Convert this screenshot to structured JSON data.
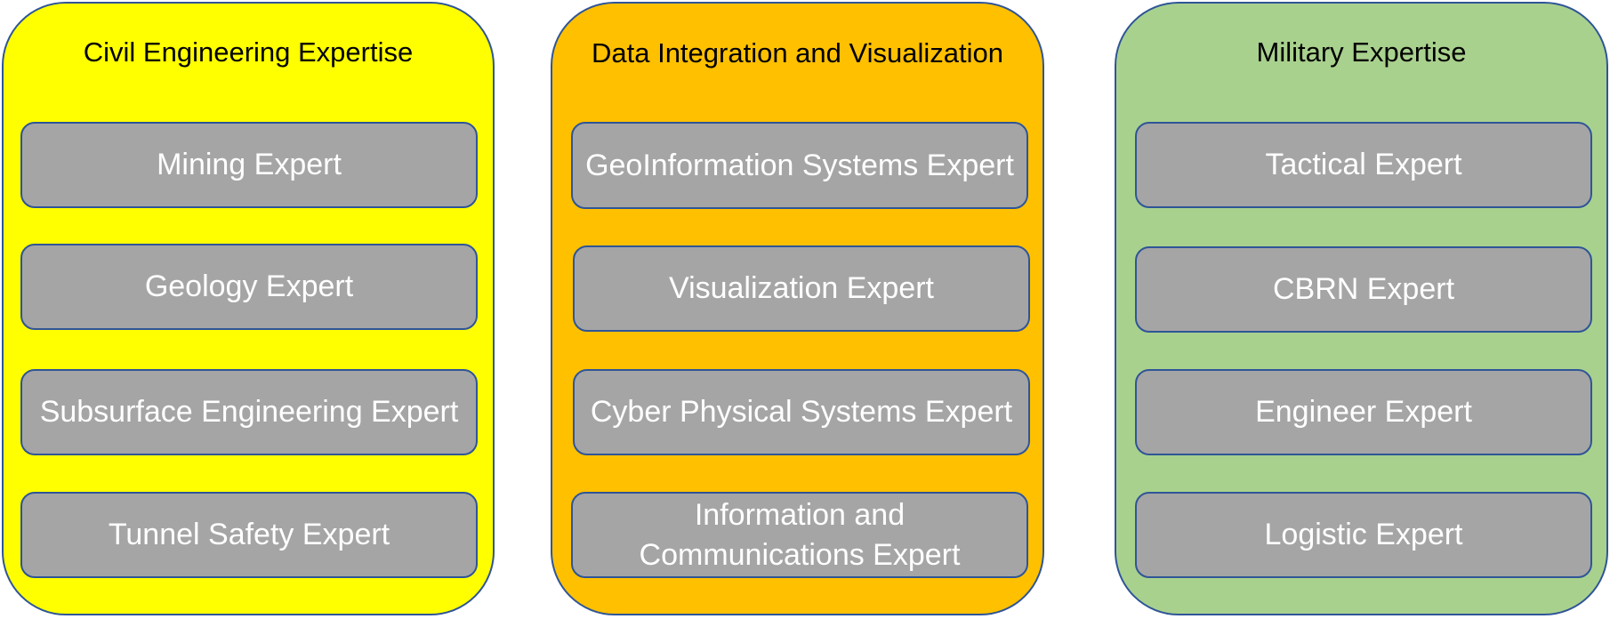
{
  "groups": [
    {
      "title": "Civil Engineering Expertise",
      "color": "#ffff00",
      "items": [
        "Mining Expert",
        "Geology Expert",
        "Subsurface Engineering Expert",
        "Tunnel Safety Expert"
      ]
    },
    {
      "title": "Data Integration and Visualization",
      "color": "#ffc000",
      "items": [
        "GeoInformation Systems Expert",
        "Visualization Expert",
        "Cyber Physical Systems Expert",
        "Information and Communications Expert"
      ]
    },
    {
      "title": "Military Expertise",
      "color": "#a9d18e",
      "items": [
        "Tactical Expert",
        "CBRN Expert",
        "Engineer Expert",
        "Logistic Expert"
      ]
    }
  ],
  "colors": {
    "border": "#2f5597",
    "item_fill": "#a5a5a5",
    "item_text": "#ffffff"
  }
}
